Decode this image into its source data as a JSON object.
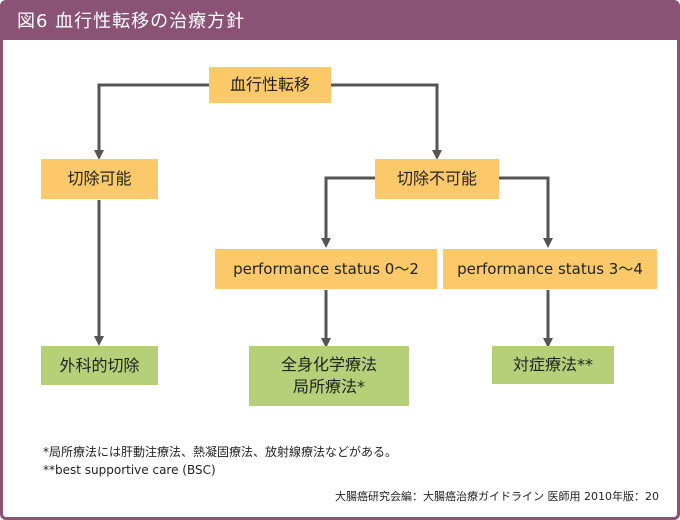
{
  "title": "図6  血行性転移の治療方針",
  "colors": {
    "frame": "#8a5274",
    "box_yellow": "#fcc96a",
    "box_green": "#b6d07a",
    "connector": "#555555"
  },
  "nodes": {
    "root": "血行性転移",
    "resectable": "切除可能",
    "unresectable": "切除不可能",
    "ps_0_2": "performance status 0～2",
    "ps_3_4": "performance status 3～4",
    "surgery": "外科的切除",
    "systemic_line1": "全身化学療法",
    "systemic_line2": "局所療法*",
    "symptomatic": "対症療法**"
  },
  "footnotes": {
    "note1": "*局所療法には肝動注療法、熱凝固療法、放射線療法などがある。",
    "note2": "**best supportive care (BSC)"
  },
  "source": "大腸癌研究会編：大腸癌治療ガイドライン 医師用 2010年版：20"
}
